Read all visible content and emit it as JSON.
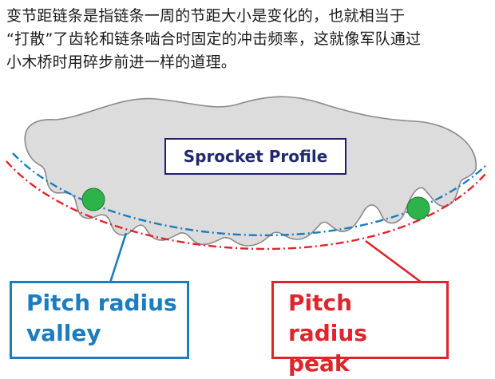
{
  "caption": {
    "line1": "变节距链条是指链条一周的节距大小是变化的，也就相当于",
    "line2": "“打散”了齿轮和链条啮合时固定的冲击频率，这就像军队通过",
    "line3": "小木桥时用碎步前进一样的道理。"
  },
  "diagram": {
    "profile_label": "Sprocket Profile",
    "valley_label": {
      "line1": "Pitch radius",
      "line2": "valley"
    },
    "peak_label": {
      "line1": "Pitch radius",
      "line2": "peak"
    },
    "colors": {
      "sprocket_fill": "#dcdcdc",
      "sprocket_outline": "#8a8a8a",
      "valley_blue": "#1a7cc1",
      "peak_red": "#e0242b",
      "roller_green": "#2db34a",
      "profile_border": "#1f1f6e"
    }
  }
}
